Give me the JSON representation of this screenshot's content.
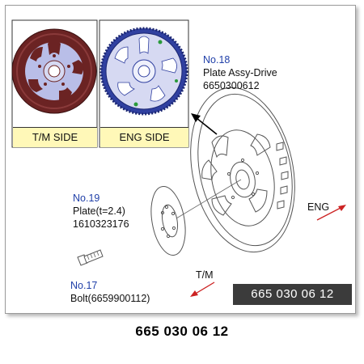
{
  "panels": {
    "left_caption": "T/M SIDE",
    "right_caption": "ENG SIDE"
  },
  "parts": [
    {
      "number": "No.18",
      "name": "Plate Assy-Drive",
      "code": "6650300612"
    },
    {
      "number": "No.19",
      "name": "Plate(t=2.4)",
      "code": "1610323176"
    },
    {
      "number": "No.17",
      "name": "Bolt(6659900112)"
    }
  ],
  "direction_labels": {
    "eng": "ENG",
    "tm": "T/M"
  },
  "part_number_box": "665 030 06 12",
  "footer_part_number": "665 030 06 12",
  "colors": {
    "plate_dark": "#6b2323",
    "plate_light": "#b9bee8",
    "teeth_blue": "#3040a0",
    "arrow_red": "#cc2222",
    "caption_bg": "#fff8b8",
    "label_blue": "#1f3fa8"
  }
}
